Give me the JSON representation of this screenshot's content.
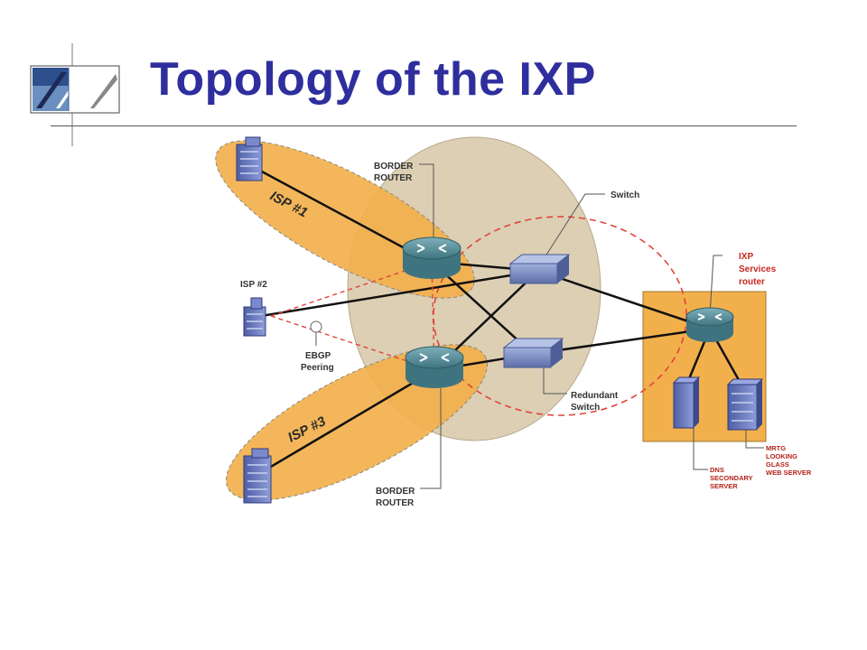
{
  "title": "Topology of the IXP",
  "labels": {
    "border_router_top_1": "BORDER",
    "border_router_top_2": "ROUTER",
    "switch": "Switch",
    "isp1": "ISP #1",
    "isp2": "ISP #2",
    "isp3": "ISP #3",
    "ebgp_1": "EBGP",
    "ebgp_2": "Peering",
    "redundant_1": "Redundant",
    "redundant_2": "Switch",
    "border_router_bottom_1": "BORDER",
    "border_router_bottom_2": "ROUTER",
    "ixp_1": "IXP",
    "ixp_2": "Services",
    "ixp_3": "router",
    "dns_1": "DNS",
    "dns_2": "SECONDARY",
    "dns_3": "SERVER",
    "mrtg_1": "MRTG",
    "mrtg_2": "LOOKING",
    "mrtg_3": "GLASS",
    "mrtg_4": "WEB SERVER"
  },
  "colors": {
    "title": "#2e2e9e",
    "isp_zone": "#f2b04c",
    "exchange_zone": "#dccfb4",
    "router": "#4f8a96",
    "switch": "#6e7fb8",
    "peering_line": "#e0443a"
  }
}
